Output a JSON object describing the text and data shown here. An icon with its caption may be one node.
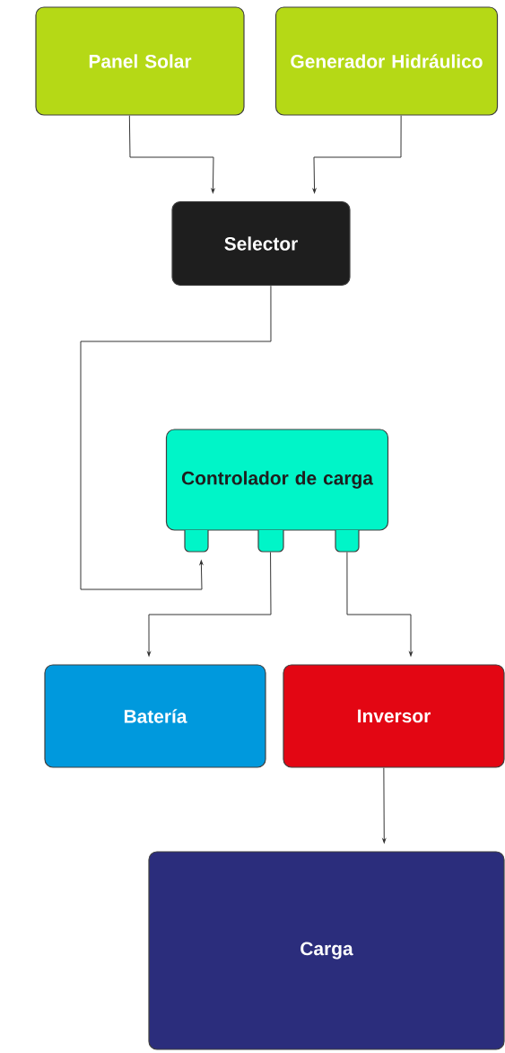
{
  "diagram": {
    "nodes": [
      {
        "text": [
          "Panel Solar"
        ]
      },
      {
        "text": [
          "Generador Hidráulico"
        ]
      },
      {
        "text": [
          "Selector"
        ]
      },
      {
        "text": [
          "Controlador de carga"
        ]
      },
      {
        "text": [
          "Batería"
        ]
      },
      {
        "text": [
          "Inversor"
        ]
      },
      {
        "text": [
          "Carga"
        ]
      }
    ],
    "edges": [
      {
        "from": 0,
        "to": 2,
        "arrow": "to"
      },
      {
        "from": 1,
        "to": 2,
        "arrow": "to"
      },
      {
        "from": 2,
        "to": 3,
        "arrow": "to"
      },
      {
        "from": 3,
        "to": 4,
        "arrow": "to"
      },
      {
        "from": 3,
        "to": 5,
        "arrow": "to"
      },
      {
        "from": 5,
        "to": 6,
        "arrow": "to"
      }
    ]
  }
}
